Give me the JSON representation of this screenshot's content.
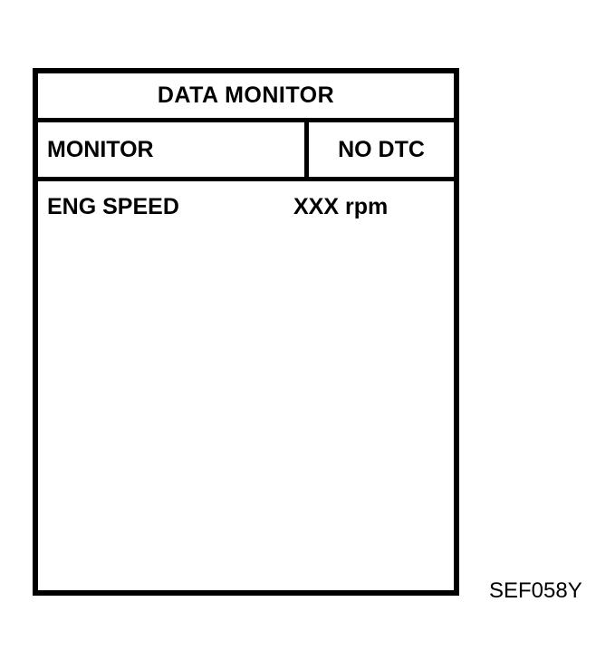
{
  "figure": {
    "caption": "SEF058Y"
  },
  "screen": {
    "title": "DATA MONITOR",
    "status_row": {
      "label": "MONITOR",
      "value": "NO DTC"
    },
    "parameters": [
      {
        "name": "ENG SPEED",
        "value": "XXX rpm"
      }
    ]
  },
  "colors": {
    "border": "#000000",
    "background": "#ffffff",
    "text": "#000000"
  }
}
